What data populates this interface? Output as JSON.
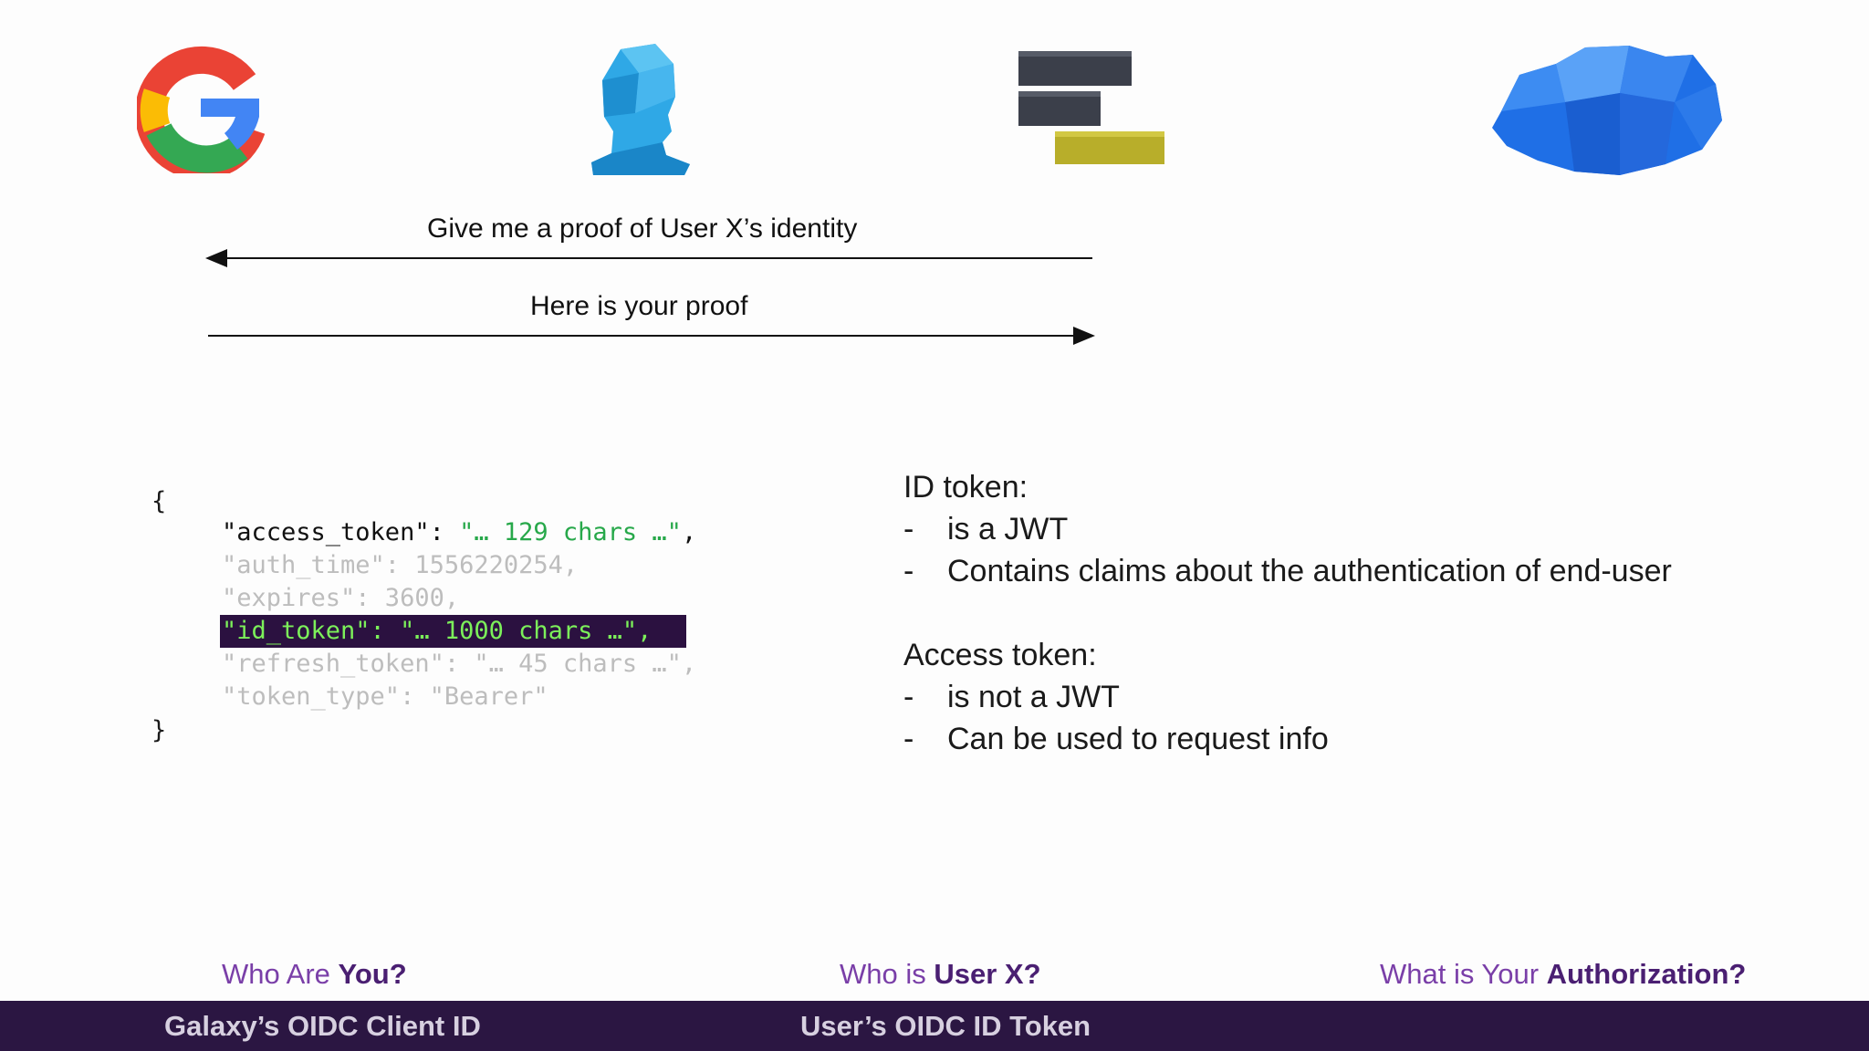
{
  "messages": {
    "request": "Give me a proof of User X’s identity",
    "response": "Here is your proof"
  },
  "json_block": {
    "open_brace": "{",
    "close_brace": "}",
    "access_token_key": "\"access_token\": ",
    "access_token_value": "\"… 129 chars …\"",
    "access_token_tail": ",",
    "auth_time": "\"auth_time\": 1556220254,",
    "expires": "\"expires\": 3600,",
    "id_token": "\"id_token\": \"… 1000 chars …\",",
    "refresh_token": "\"refresh_token\": \"… 45 chars …\",",
    "token_type": "\"token_type\": \"Bearer\""
  },
  "notes": {
    "id_title": "ID token:",
    "id_bullets": [
      "is a JWT",
      "Contains claims about the authentication of end-user"
    ],
    "access_title": "Access token:",
    "access_bullets": [
      "is not a JWT",
      "Can be used to request info"
    ],
    "bullet_marker": "-"
  },
  "captions": [
    {
      "prefix": "Who Are ",
      "strong": "You?"
    },
    {
      "prefix": "Who is ",
      "strong": "User X?"
    },
    {
      "prefix": "What is Your ",
      "strong": "Authorization?"
    }
  ],
  "footer": {
    "left": "Galaxy’s OIDC Client ID",
    "center": "User’s OIDC ID Token"
  },
  "colors": {
    "purple_dark": "#2b1642",
    "purple_text": "#7a3fa8",
    "code_green": "#27a84a",
    "highlight_green": "#7cf05a"
  },
  "icons": [
    "google-logo-icon",
    "user-head-icon",
    "galaxy-logo-icon",
    "cloud-icon"
  ]
}
